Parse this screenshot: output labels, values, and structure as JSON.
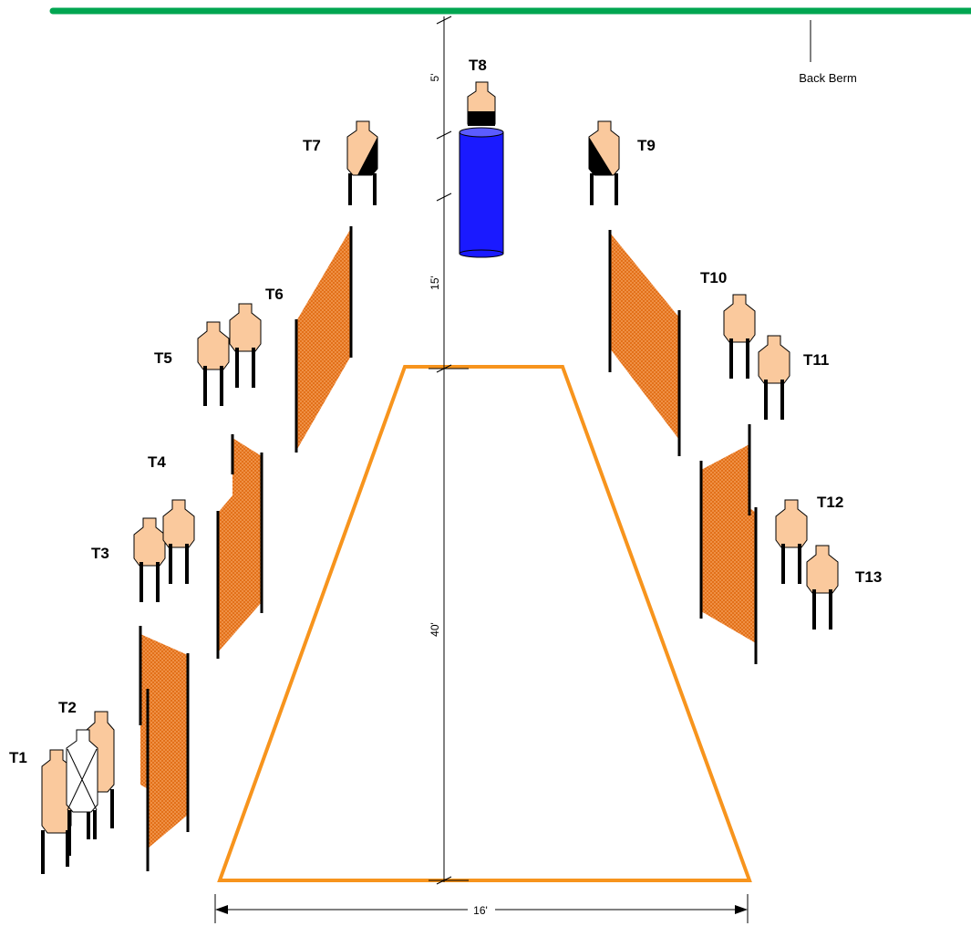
{
  "berm": {
    "label": "Back Berm",
    "color": "#00a651"
  },
  "shooting_area": {
    "color": "#f7941d"
  },
  "dimensions": {
    "width": "16'",
    "depth_front": "40'",
    "depth_mid": "15'",
    "depth_back": "5'"
  },
  "colors": {
    "target": "#fac99d",
    "barrel": "#1a1aff",
    "barrel_top": "#5c5cff",
    "fence": "#f08a3a"
  },
  "targets": [
    {
      "id": "T1",
      "label": "T1",
      "type": "shoot"
    },
    {
      "id": "T2",
      "label": "T2",
      "type": "no-shoot"
    },
    {
      "id": "T3",
      "label": "T3",
      "type": "shoot"
    },
    {
      "id": "T4",
      "label": "T4",
      "type": "shoot"
    },
    {
      "id": "T5",
      "label": "T5",
      "type": "shoot"
    },
    {
      "id": "T6",
      "label": "T6",
      "type": "shoot"
    },
    {
      "id": "T7",
      "label": "T7",
      "type": "partial-hardcover"
    },
    {
      "id": "T8",
      "label": "T8",
      "type": "partial-hardcover"
    },
    {
      "id": "T9",
      "label": "T9",
      "type": "partial-hardcover"
    },
    {
      "id": "T10",
      "label": "T10",
      "type": "shoot"
    },
    {
      "id": "T11",
      "label": "T11",
      "type": "shoot"
    },
    {
      "id": "T12",
      "label": "T12",
      "type": "shoot"
    },
    {
      "id": "T13",
      "label": "T13",
      "type": "shoot"
    }
  ]
}
